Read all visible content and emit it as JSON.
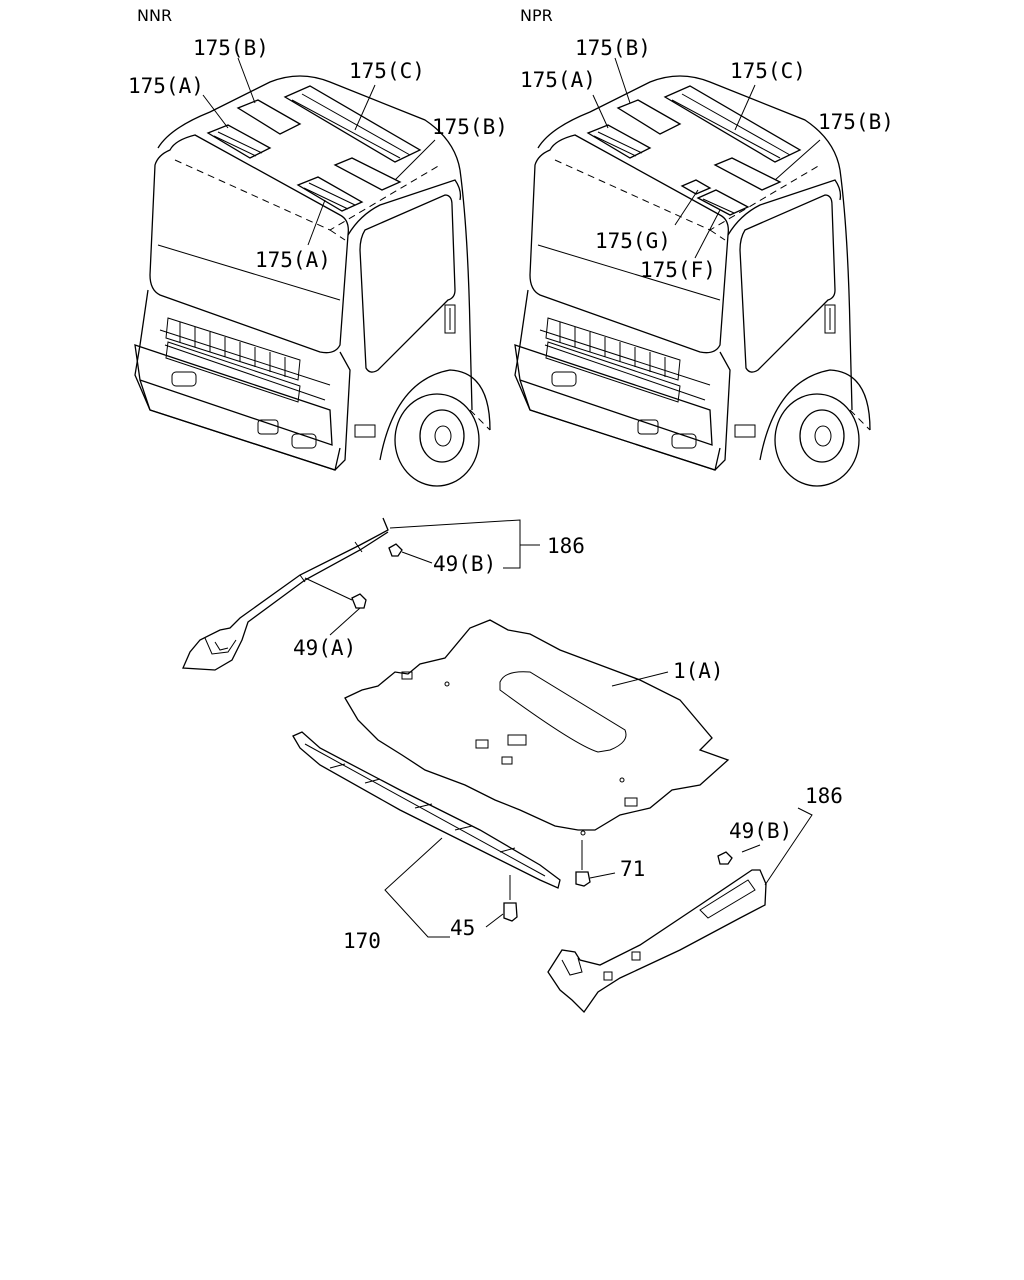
{
  "models": {
    "left": "NNR",
    "right": "NPR"
  },
  "callouts": {
    "nnr_175a_top": "175(A)",
    "nnr_175b_top": "175(B)",
    "nnr_175c": "175(C)",
    "nnr_175b_right": "175(B)",
    "nnr_175a_bottom": "175(A)",
    "npr_175a": "175(A)",
    "npr_175b_top": "175(B)",
    "npr_175c": "175(C)",
    "npr_175b_right": "175(B)",
    "npr_175g": "175(G)",
    "npr_175f": "175(F)",
    "p186_top": "186",
    "p49b_top": "49(B)",
    "p49a": "49(A)",
    "p1a": "1(A)",
    "p71": "71",
    "p170": "170",
    "p45": "45",
    "p186_bottom": "186",
    "p49b_bottom": "49(B)"
  }
}
